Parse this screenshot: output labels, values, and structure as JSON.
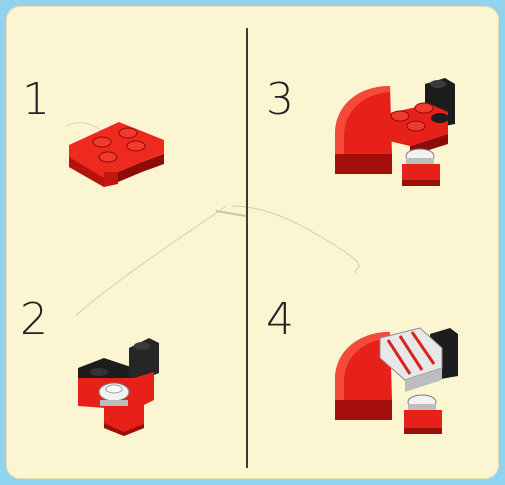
{
  "steps": [
    {
      "number": "1"
    },
    {
      "number": "2"
    },
    {
      "number": "3"
    },
    {
      "number": "4"
    }
  ],
  "colors": {
    "panel_bg": "#fbf5d2",
    "border_bg": "#8fd3ef",
    "brick_red": "#e8201a",
    "brick_red_dark": "#a0100c",
    "brick_black": "#1c1c1c",
    "brick_white": "#e8e8e8"
  },
  "icons": {
    "step1": "red-corner-plate-icon",
    "step2": "plate-with-black-clip-and-round-icon",
    "step3": "arch-brick-assembly-icon",
    "step4": "arch-with-grille-assembly-icon"
  }
}
